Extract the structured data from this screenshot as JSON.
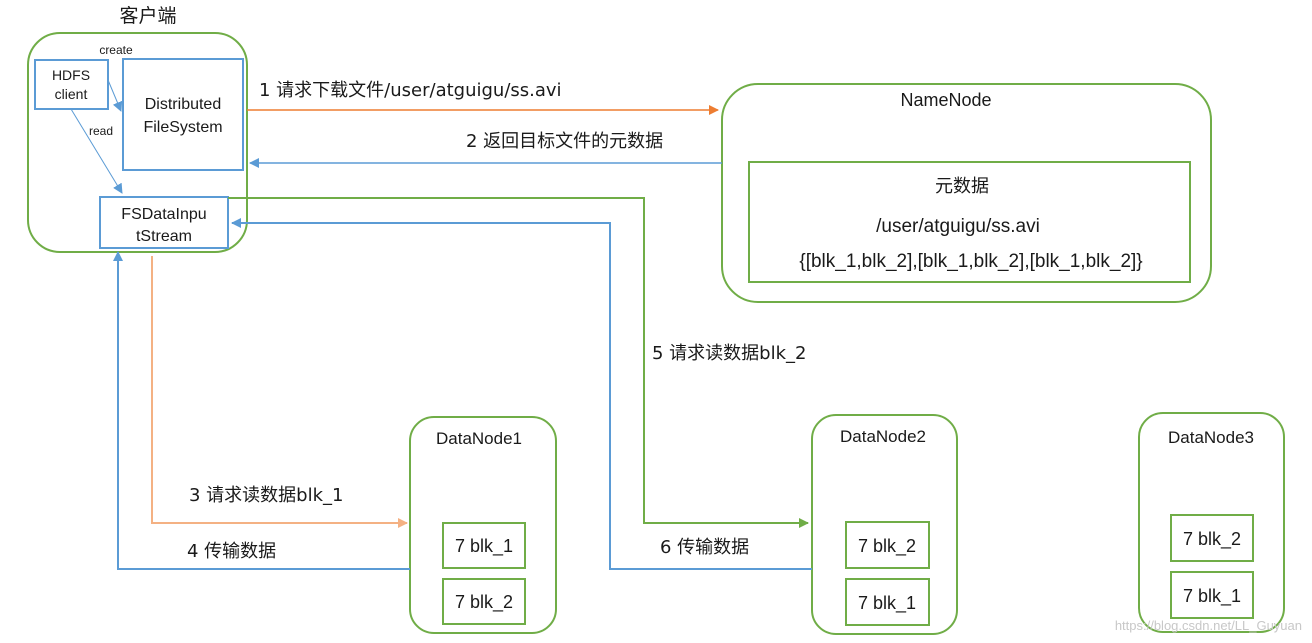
{
  "client": {
    "title": "客户端",
    "hdfs_client": [
      "HDFS",
      "client"
    ],
    "distributed_fs": [
      "Distributed",
      "FileSystem"
    ],
    "fs_input_stream": [
      "FSDataInpu",
      "tStream"
    ],
    "create_label": "create",
    "read_label": "read"
  },
  "namenode": {
    "title": "NameNode",
    "metadata_title": "元数据",
    "metadata_path": "/user/atguigu/ss.avi",
    "metadata_blocks": "{[blk_1,blk_2],[blk_1,blk_2],[blk_1,blk_2]}"
  },
  "datanodes": [
    {
      "title": "DataNode1",
      "blocks": [
        "7 blk_1",
        "7 blk_2"
      ]
    },
    {
      "title": "DataNode2",
      "blocks": [
        "7 blk_2",
        "7 blk_1"
      ]
    },
    {
      "title": "DataNode3",
      "blocks": [
        "7 blk_2",
        "7 blk_1"
      ]
    }
  ],
  "steps": {
    "s1": "1 请求下载文件/user/atguigu/ss.avi",
    "s2": "2 返回目标文件的元数据",
    "s3": "3 请求读数据blk_1",
    "s4": "4 传输数据",
    "s5": "5 请求读数据blk_2",
    "s6": "6 传输数据"
  },
  "watermark": "https://blog.csdn.net/LL_Guyuan",
  "colors": {
    "green": "#70ad47",
    "blue": "#5b9bd5",
    "orange": "#ed7d31",
    "light_orange": "#f4b183"
  }
}
